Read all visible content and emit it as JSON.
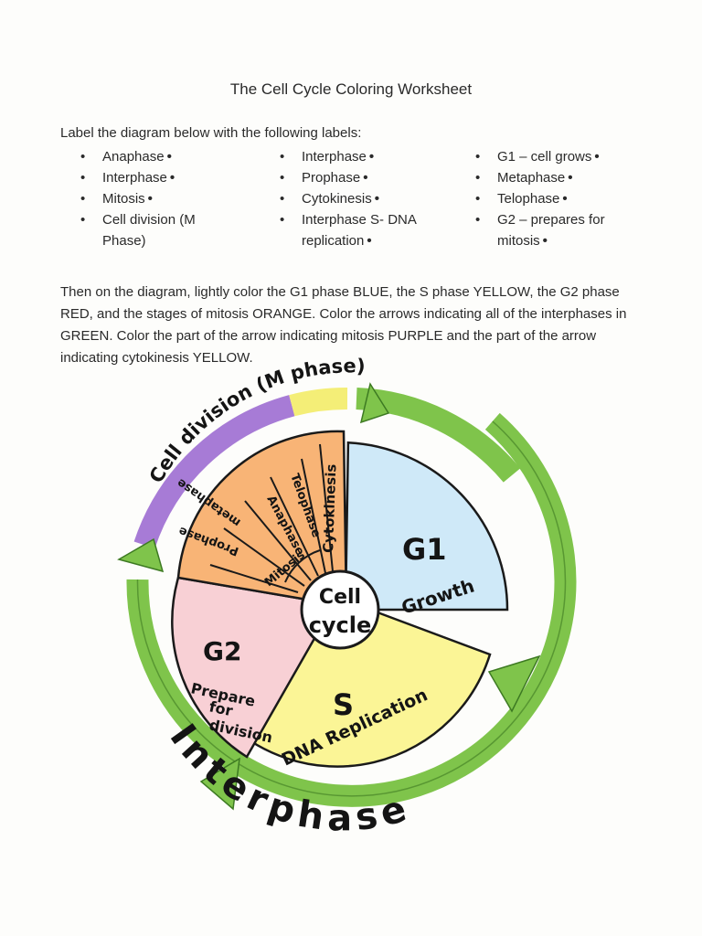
{
  "title": "The Cell Cycle Coloring Worksheet",
  "instructions_intro": "Label the diagram below with the following labels:",
  "label_columns": [
    [
      "Anaphase",
      "Interphase",
      "Mitosis",
      "Cell division (M Phase)"
    ],
    [
      "Interphase",
      "Prophase",
      "Cytokinesis",
      "Interphase S- DNA replication"
    ],
    [
      "G1 – cell grows",
      "Metaphase",
      "Telophase",
      "G2 – prepares for mitosis"
    ]
  ],
  "instructions_coloring": "Then on the diagram, lightly color the G1 phase BLUE, the S phase YELLOW, the G2 phase RED, and the stages of mitosis ORANGE. Color the arrows indicating all of the interphases in GREEN. Color the part of the arrow indicating mitosis PURPLE and the part of the arrow indicating cytokinesis YELLOW.",
  "diagram": {
    "center_line1": "Cell",
    "center_line2": "cycle",
    "g1_label": "G1",
    "g1_sub": "Growth",
    "s_label": "S",
    "s_sub": "DNA Replication",
    "g2_label": "G2",
    "g2_sub1": "Prepare",
    "g2_sub2": "for",
    "g2_sub3": "division",
    "mitosis_label": "Mitosis",
    "cytokinesis_label": "Cytokinesis",
    "prophase_label": "Prophase",
    "metaphase_label": "metaphase",
    "anaphase_label": "Anaphase",
    "telophase_label": "Telophase",
    "m_phase_label": "Cell division (M phase)",
    "interphase_label": "Interphase",
    "colors": {
      "g1": "#7cc0e8",
      "s": "#f6ee5e",
      "g2": "#f2a3ad",
      "mitosis": "#f39a52",
      "purple_arrow": "#a77bd6",
      "yellow_arrow": "#f4ee77",
      "green_arrow": "#7fc44b"
    }
  }
}
